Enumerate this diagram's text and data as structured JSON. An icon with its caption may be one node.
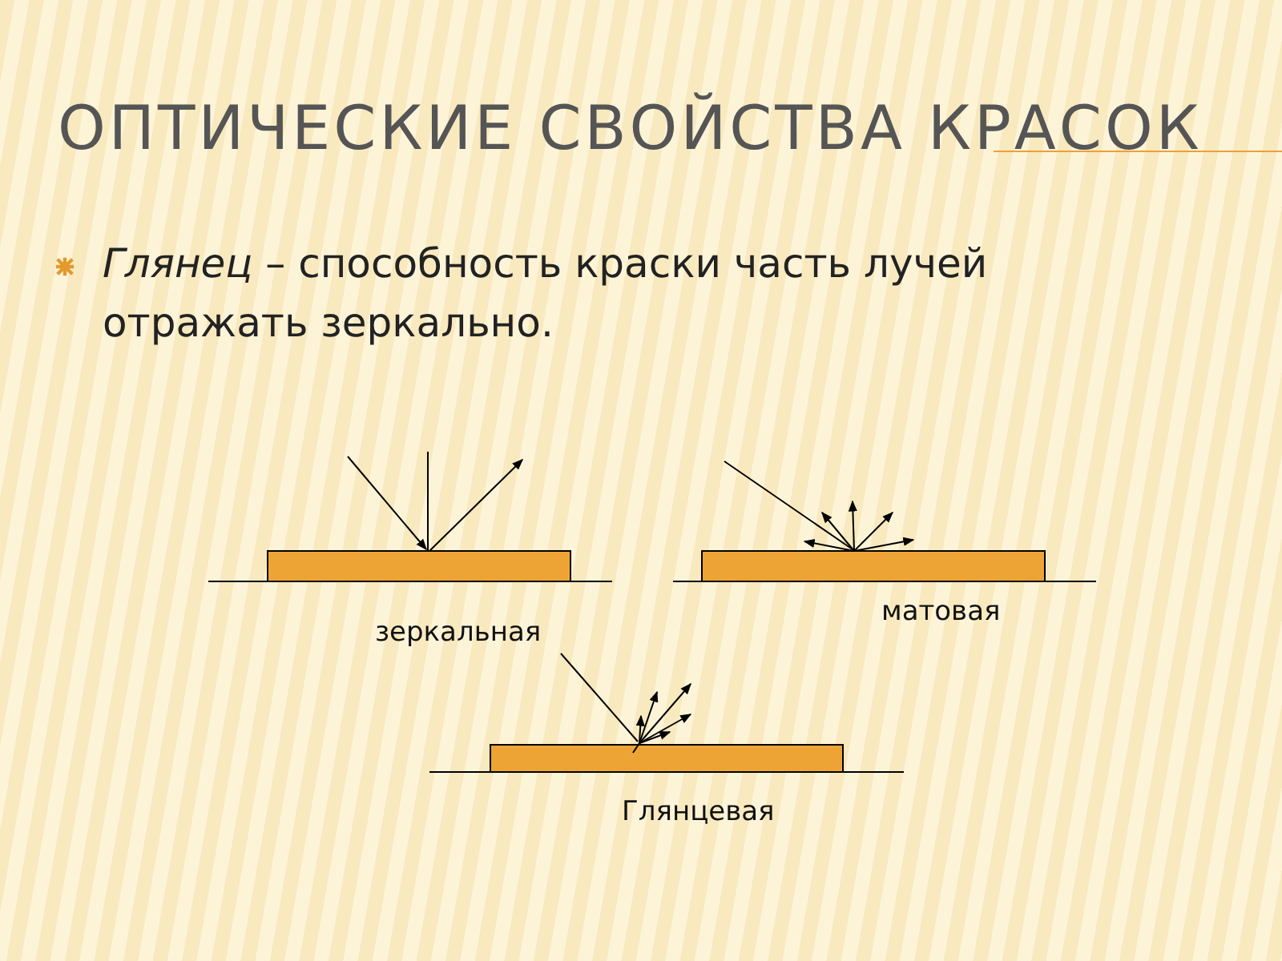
{
  "diagram": {
    "title": "ОПТИЧЕСКИЕ СВОЙСТВА КРАСОК",
    "labels": [
      "*Глянец* – способность краски часть лучей отражать зеркально.",
      "зеркальная",
      "матовая",
      "Глянцевая"
    ]
  }
}
